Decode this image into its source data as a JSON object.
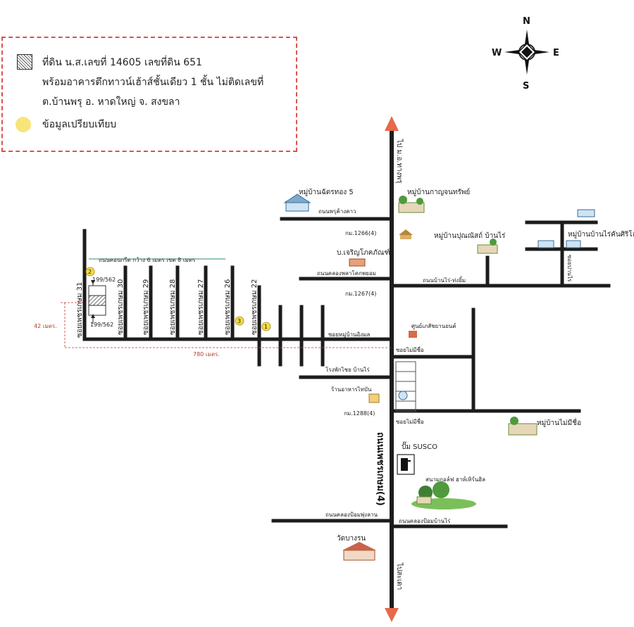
{
  "legend": {
    "line1": "ที่ดิน น.ส.เลขที่  14605  เลขที่ดิน 651",
    "line2": "พร้อมอาคารตึกทาวน์เฮ้าส์ชั้นเดียว 1 ชั้น ไม่ติดเลขที่",
    "line3": "ต.บ้านพรุ อ. หาดใหญ่ จ. สงขลา",
    "line4": "ข้อมูลเปรียบเทียบ"
  },
  "compass": {
    "n": "N",
    "s": "S",
    "e": "E",
    "w": "W"
  },
  "labels": {
    "to_top": "ไป ม.อ.ทางพรุ",
    "village_chatthong": "หมู่บ้านฉัตรทอง 5",
    "village_kanjana": "หมู่บ้านกาญจนทรัพย์",
    "road_phrukhangkhao": "ถนนพรุค้างคาว",
    "km1266": "กม.1266(4)",
    "village_punnasak": "หมู่บ้านปุณณัสถ์ บ้านไร่",
    "village_banrai_siri": "หมู่บ้านบ้านไร่คันศิริโฮม",
    "company_charoen": "บ.เจริญโภคภัณฑ์",
    "road_khlong_phrao": "ถนนคลองพลาโคกพยอม",
    "road_banrai_thungyim": "ถนนบ้านไร่-ท่งยิ้ม",
    "road_side_right": "ซอยปานไร",
    "km1267": "กม.1267(4)",
    "soi_width_note": "ถนนคอนกรีต กว้าง 6 เมตร เขต 8 เมตร",
    "plot_top_no": "199/562",
    "plot_bottom_no": "199/562",
    "soi31": "ซอยเพชรเกษม 31",
    "soi30": "ซอยเพชรเกษม 30",
    "soi29": "ซอยเพชรเกษม 29",
    "soi28": "ซอยเพชรเกษม 28",
    "soi27": "ซอยเพชรเกษม 27",
    "soi26": "ซอยเพชรเกษม 26",
    "soi22": "ซอยเพชรเกษม 22",
    "soi_ban_ingmon": "ซอยหมู่บ้านอิงมล",
    "dist_42": "42 เมตร.",
    "dist_780": "780 เมตร.",
    "marker_1": "1",
    "marker_2": "2",
    "marker_3": "3",
    "srub_nagaratn": "ศูนย์เภสัชยานยนต์",
    "soi_no_name_1": "ซอยไม่มีชื่อ",
    "hospital_banrai": "โรงพักไชย บ้านไร่",
    "restaurant": "ร้านอาหารไทบัน",
    "km1288": "กม.1288(4)",
    "soi_no_name_2": "ซอยไม่มีชื่อ",
    "village_maimichue": "หมู่บ้านไม่มีชื่อ",
    "main_road": "ถนนเพชรเกษม(4)",
    "susco": "ปั๊ม SUSCO",
    "golf": "สนามกอล์ฟ ฮาห์เทิร์นฮิล",
    "road_pomphuang": "ถนนคลองป้อมพุ่งลาน",
    "road_pombanrai": "ถนนคลองป้อมบ้านไร่",
    "wat_bangrun": "วัดบางรน",
    "to_bottom": "ไปสะเดา"
  },
  "colors": {
    "road": "#1c1c1c",
    "arrow": "#e8684a",
    "legend_border": "#d9534f",
    "marker": "#f5d94a",
    "dimension": "#c0392b",
    "soi_note": "#2e8b7a"
  }
}
